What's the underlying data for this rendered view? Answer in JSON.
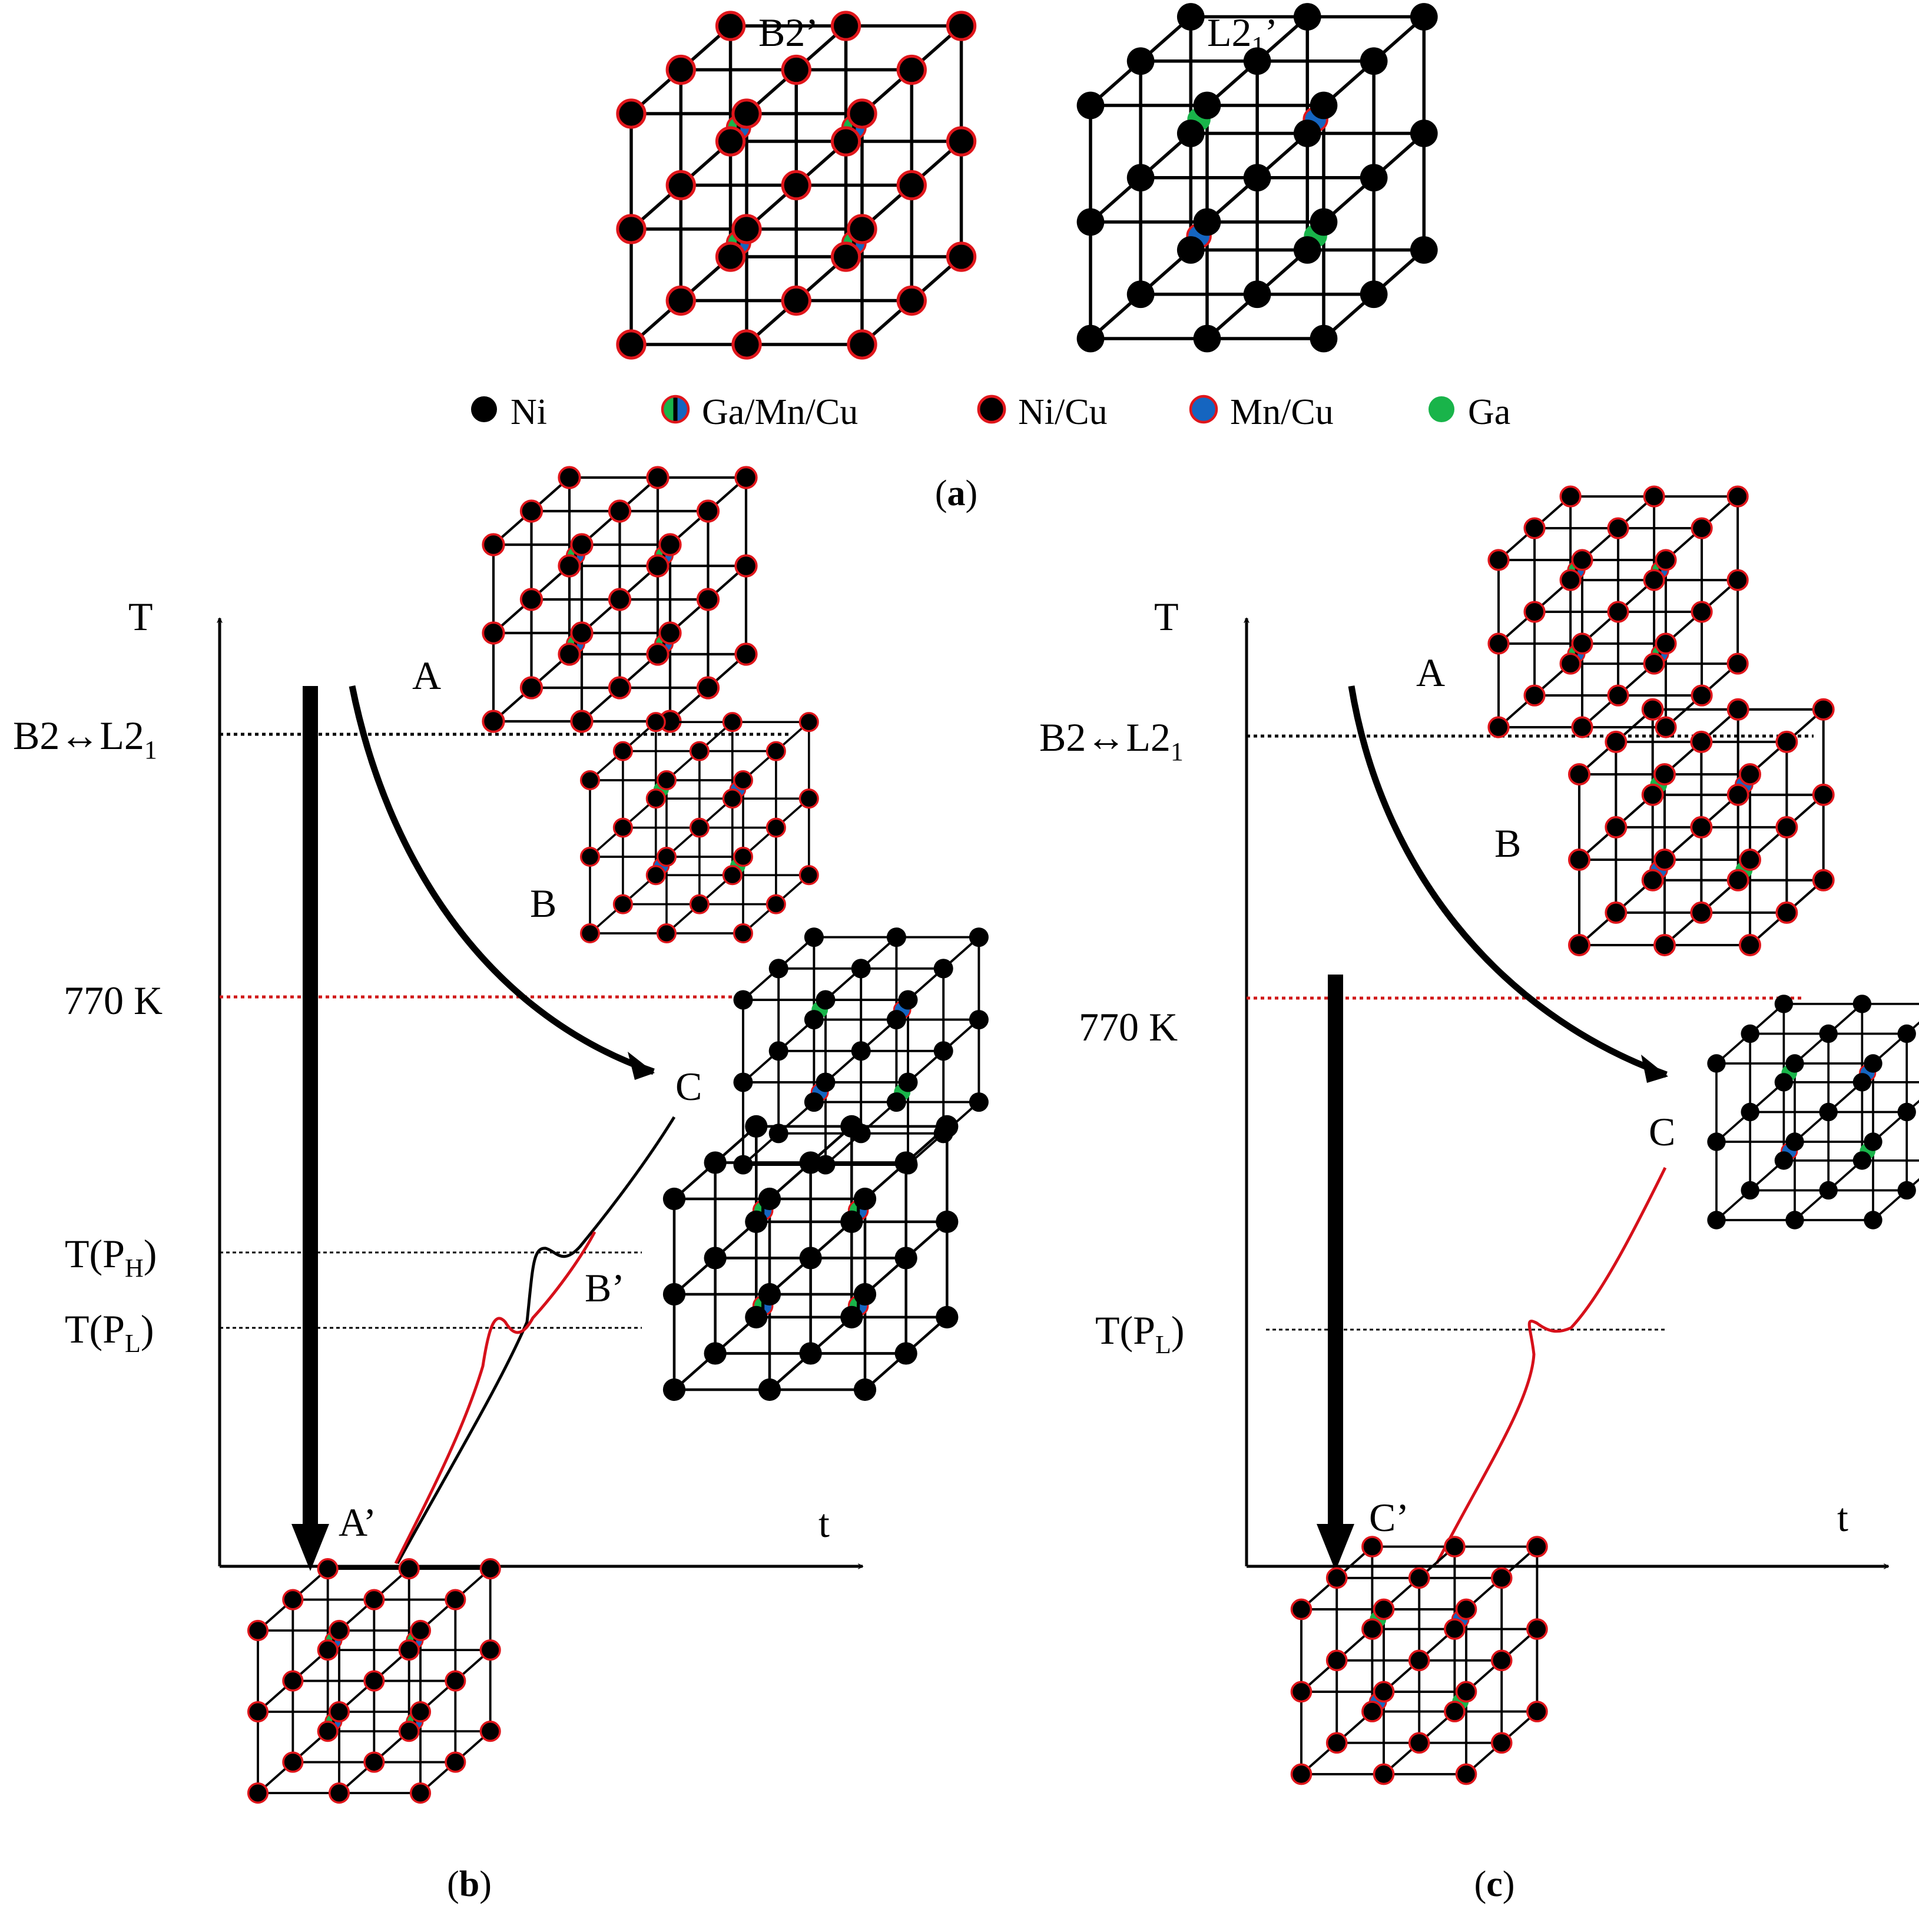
{
  "panel_a": {
    "left_title": "B2’",
    "right_title_main": "L2",
    "right_title_sub": "1",
    "right_title_tail": "’",
    "caption_open": "(",
    "caption_letter": "a",
    "caption_close": ")",
    "legend": [
      {
        "atom": "ni",
        "label": "Ni"
      },
      {
        "atom": "gamncu",
        "label": "Ga/Mn/Cu"
      },
      {
        "atom": "nicu",
        "label": "Ni/Cu"
      },
      {
        "atom": "mncu",
        "label": "Mn/Cu"
      },
      {
        "atom": "ga",
        "label": "Ga"
      }
    ]
  },
  "panel_b": {
    "axis_y": "T",
    "axis_x": "t",
    "level_b2_main": "B2↔L2",
    "level_b2_sub": "1",
    "level_770": "770 K",
    "level_ph_pre": "T(P",
    "level_ph_sub": "H",
    "level_ph_post": ")",
    "level_pl_pre": "T(P",
    "level_pl_sub": "L",
    "level_pl_post": ")",
    "point_a": "A",
    "point_b": "B",
    "point_c": "C",
    "point_bp": "B’",
    "point_ap": "A’",
    "caption_open": "(",
    "caption_letter": "b",
    "caption_close": ")"
  },
  "panel_c": {
    "axis_y": "T",
    "axis_x": "t",
    "level_b2_main": "B2↔L2",
    "level_b2_sub": "1",
    "level_770": "770 K",
    "level_pl_pre": "T(P",
    "level_pl_sub": "L",
    "level_pl_post": ")",
    "point_a": "A",
    "point_b": "B",
    "point_c": "C",
    "point_cp": "C’",
    "caption_open": "(",
    "caption_letter": "c",
    "caption_close": ")"
  },
  "colors": {
    "ni": "#000000",
    "red_outline": "#e0161b",
    "ga_green": "#19b44a",
    "mn_blue": "#1565c0",
    "level_770_line": "#d01818",
    "red_curve": "#d6101a"
  }
}
